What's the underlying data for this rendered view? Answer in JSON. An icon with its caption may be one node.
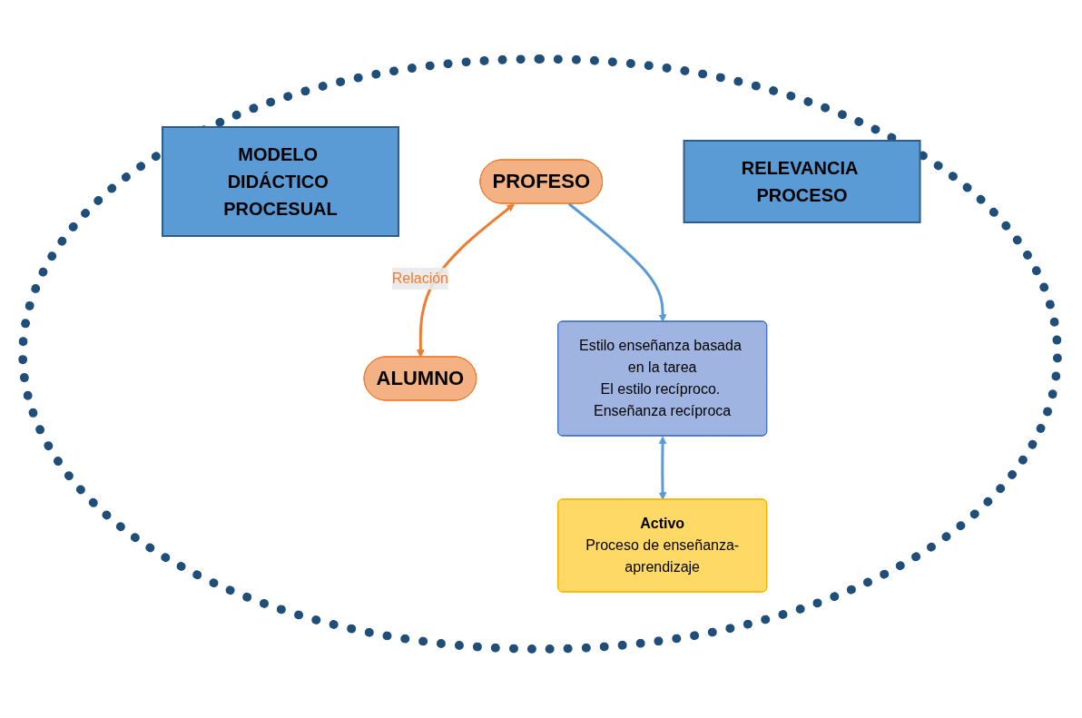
{
  "diagram": {
    "nodes": [
      {
        "text": [
          "MODELO DIDÁCTICO PROCESUAL"
        ]
      },
      {
        "text": [
          "PROFESO"
        ]
      },
      {
        "text": [
          "ALUMNO"
        ]
      },
      {
        "text": [
          "Activo",
          "Proceso de enseñanza-aprendizaje"
        ]
      },
      {
        "text": [
          "Estilo enseñanza basada en la tarea",
          "El estilo recíproco. Enseñanza recíproca"
        ]
      },
      {
        "text": [
          "RELEVANCIA PROCESO"
        ]
      }
    ],
    "edges": [
      {
        "from": 1,
        "to": 2,
        "arrow": "both",
        "label": "Relación",
        "color": "#ed7d31"
      },
      {
        "from": 1,
        "to": 4,
        "arrow": "to"
      },
      {
        "from": 4,
        "to": 3,
        "arrow": "both"
      }
    ]
  }
}
